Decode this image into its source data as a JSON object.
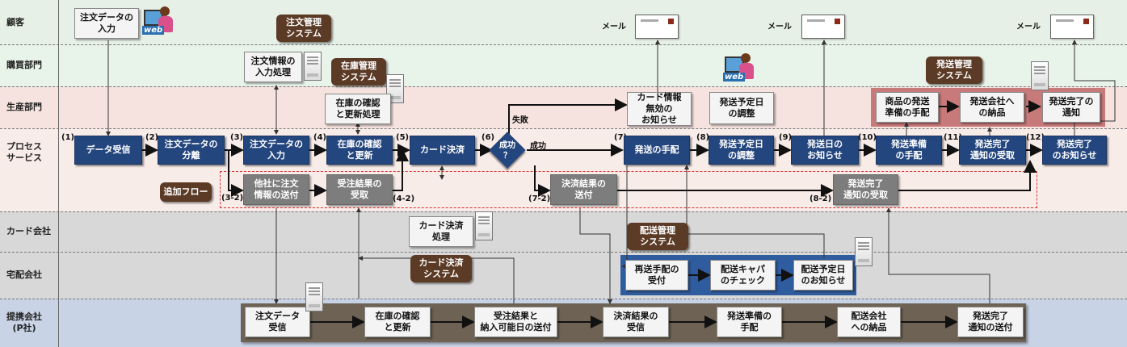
{
  "lanes": [
    {
      "label": "顧客",
      "color": "#e6f0e6"
    },
    {
      "label": "購買部門",
      "color": "#e8f3ea"
    },
    {
      "label": "生産部門",
      "color": "#f6e3df"
    },
    {
      "label": "プロセス\nサービス",
      "color": "#f8ece9"
    },
    {
      "label": "カード会社",
      "color": "#d8d8d8"
    },
    {
      "label": "宅配会社",
      "color": "#d8d8d8"
    },
    {
      "label": "提携会社\n(P社)",
      "color": "#c9d3e6"
    }
  ],
  "customer": {
    "order_input": "注文データの\n入力",
    "web_label": "web",
    "mail_label": "メール"
  },
  "purchasing": {
    "order_entry": "注文情報の\n入力処理",
    "order_system": "注文管理\nシステム"
  },
  "production": {
    "stock_check": "在庫の確認\nと更新処理",
    "stock_system": "在庫管理\nシステム",
    "card_invalid": "カード情報\n無効の\nお知らせ",
    "schedule_adjust": "発送予定日\nの調整",
    "ship_prepare": "商品の発送\n準備の手配",
    "deliver_company": "発送会社へ\nの納品",
    "ship_done_notice": "発送完了の\n通知",
    "ship_system": "発送管理\nシステム",
    "web_label": "web"
  },
  "process": {
    "steps": [
      {
        "num": "(1)",
        "label": "データ受信"
      },
      {
        "num": "(2)",
        "label": "注文データの\n分離"
      },
      {
        "num": "(3)",
        "label": "注文データの\n入力"
      },
      {
        "num": "(4)",
        "label": "在庫の確認\nと更新"
      },
      {
        "num": "(5)",
        "label": "カード決済"
      },
      {
        "num": "(6)",
        "label": "成功\n？"
      },
      {
        "num": "(7)",
        "label": "発送の手配"
      },
      {
        "num": "(8)",
        "label": "発送予定日\nの調整"
      },
      {
        "num": "(9)",
        "label": "発送日の\nお知らせ"
      },
      {
        "num": "(10)",
        "label": "発送準備\nの手配"
      },
      {
        "num": "(11)",
        "label": "発送完了\n通知の受取"
      },
      {
        "num": "(12)",
        "label": "発送完了\nのお知らせ"
      }
    ],
    "fail_label": "失敗",
    "success_label": "成功",
    "extra_flow": "追加フロー",
    "sub_steps": [
      {
        "num": "(3-2)",
        "label": "他社に注文\n情報の送付"
      },
      {
        "num": "(4-2)",
        "label": "受注結果の\n受取"
      },
      {
        "num": "(7-2)",
        "label": "決済結果の\n送付"
      },
      {
        "num": "(8-2)",
        "label": "発送完了\n通知の受取"
      }
    ]
  },
  "card_company": {
    "card_process": "カード決済\n処理",
    "card_system": "カード決済\nシステム"
  },
  "courier": {
    "system": "配送管理\nシステム",
    "steps": [
      "再送手配の\n受付",
      "配送キャパ\nのチェック",
      "配送予定日\nのお知らせ"
    ]
  },
  "partner": {
    "steps": [
      "注文データ\n受信",
      "在庫の確認\nと更新",
      "受注結果と\n納入可能日の送付",
      "決済結果の\n受信",
      "発送準備の\n手配",
      "配送会社\nへの納品",
      "発送完了\n通知の送付"
    ]
  }
}
